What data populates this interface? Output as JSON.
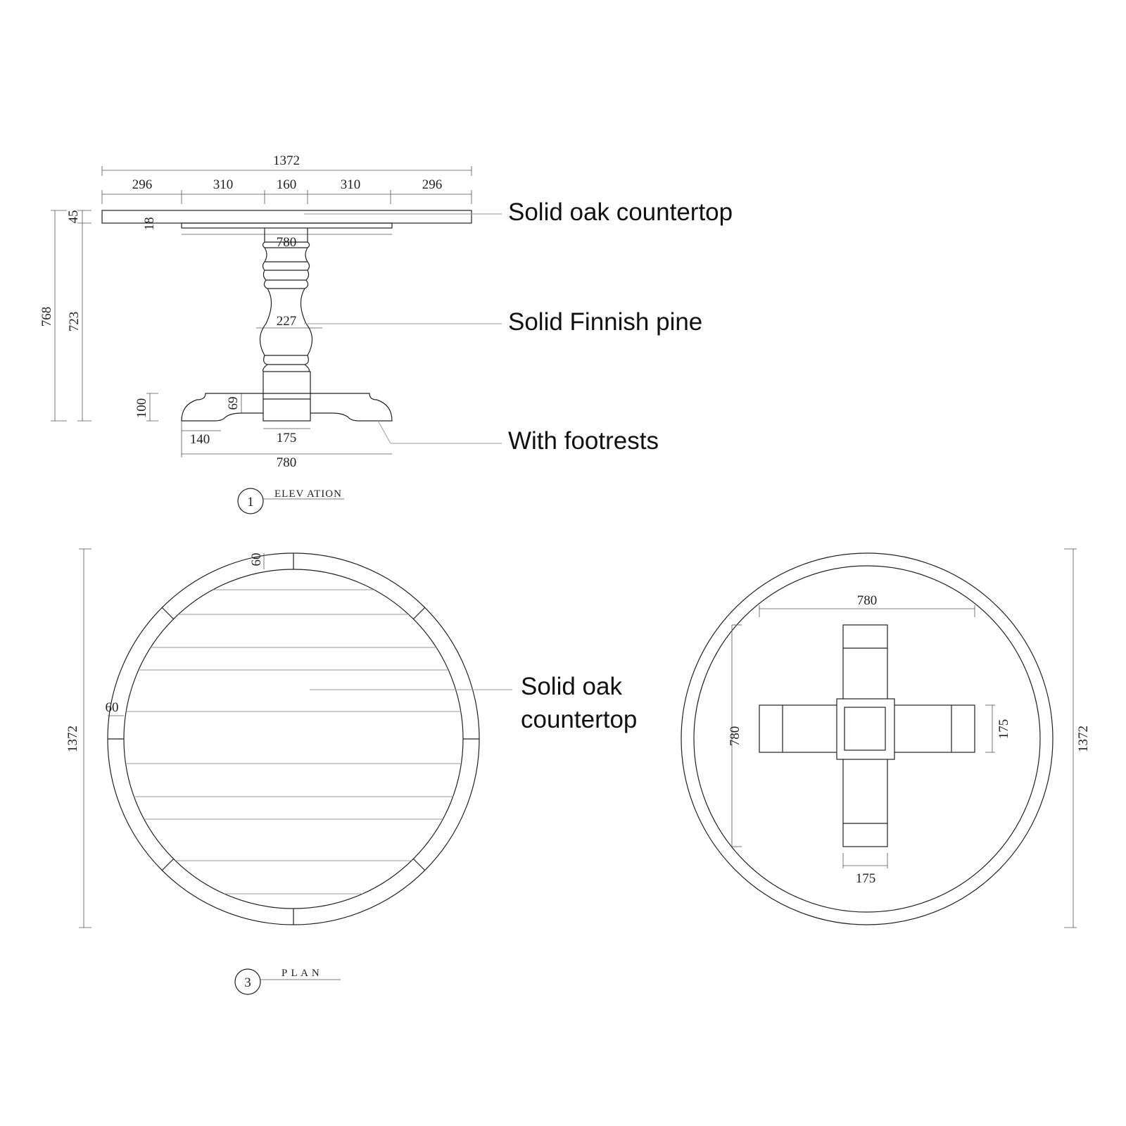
{
  "elevation": {
    "dims": {
      "overall_width": "1372",
      "seg1": "296",
      "seg2": "310",
      "seg3": "160",
      "seg4": "310",
      "seg5": "296",
      "top_thickness": "45",
      "apron": "18",
      "apron_width": "780",
      "total_height": "768",
      "leg_height": "723",
      "column_width": "227",
      "foot_height": "100",
      "foot_inner": "69",
      "foot_toe": "140",
      "block_width": "175",
      "foot_width": "780"
    },
    "callouts": {
      "top": "Solid oak countertop",
      "column": "Solid Finnish pine",
      "foot": "With footrests"
    },
    "caption": {
      "number": "1",
      "title": "ELEV ATION"
    }
  },
  "plan": {
    "dims": {
      "rim_top": "60",
      "rim_left": "60",
      "diameter": "1372"
    },
    "callout_line1": "Solid oak",
    "callout_line2": "countertop",
    "caption": {
      "number": "3",
      "title": "P L A N"
    }
  },
  "base_plan": {
    "dims": {
      "width": "780",
      "height": "780",
      "arm_width_right": "175",
      "arm_width_bottom": "175",
      "diameter": "1372"
    }
  }
}
